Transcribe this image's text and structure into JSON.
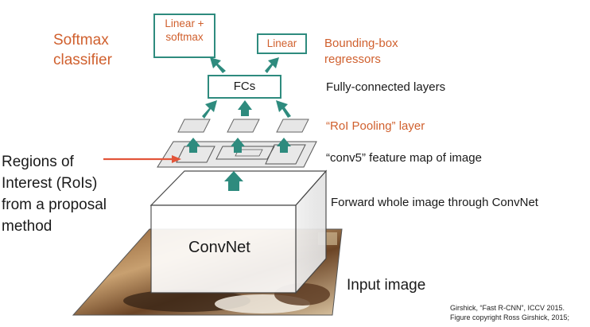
{
  "boxes": {
    "linear_softmax": [
      "Linear +",
      "softmax"
    ],
    "linear": "Linear",
    "fcs": "FCs",
    "convnet": "ConvNet"
  },
  "labels": {
    "softmax_classifier": [
      "Softmax",
      "classifier"
    ],
    "bbox_regressors": [
      "Bounding-box",
      "regressors"
    ],
    "fully_connected": "Fully-connected layers",
    "roi_pooling": "“RoI Pooling” layer",
    "conv5": "“conv5” feature map of image",
    "forward": "Forward whole image through ConvNet",
    "input_image": "Input image",
    "regions": [
      "Regions of",
      "Interest (RoIs)",
      "from a proposal",
      "method"
    ]
  },
  "citation": [
    "Girshick, “Fast R-CNN”, ICCV 2015.",
    "Figure copyright Ross Girshick, 2015;"
  ],
  "colors": {
    "accent_orange": "#d0602e",
    "teal": "#2e8b7e",
    "arrow_red": "#e2553a"
  }
}
